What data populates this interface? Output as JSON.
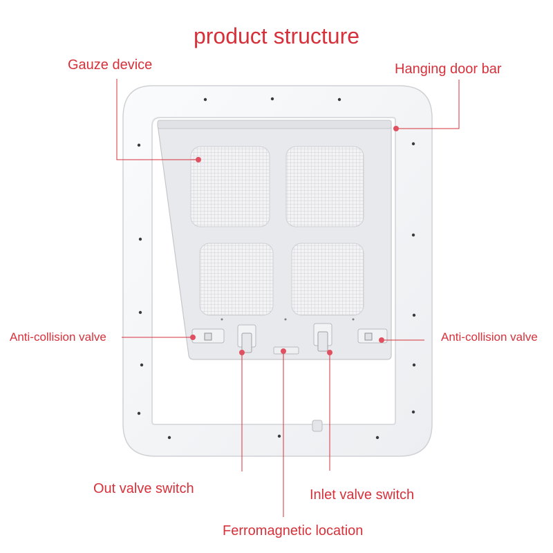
{
  "title": "product structure",
  "labels": {
    "gauze_device": "Gauze device",
    "hanging_door_bar": "Hanging door bar",
    "anti_collision_left": "Anti-collision valve",
    "anti_collision_right": "Anti-collision valve",
    "out_valve_switch": "Out valve switch",
    "inlet_valve_switch": "Inlet valve switch",
    "ferromagnetic_location": "Ferromagnetic location"
  },
  "colors": {
    "label": "#d6313a",
    "leader_line": "#d6313a",
    "marker": "#e05060",
    "frame": "#f4f5f7",
    "flap": "#e9eaee",
    "mesh": "#c9cace"
  }
}
